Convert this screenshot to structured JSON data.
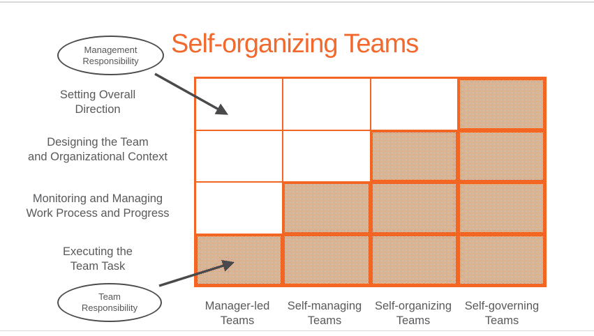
{
  "title": {
    "text": "Self-organizing Teams"
  },
  "callouts": {
    "management": {
      "lines": [
        "Management",
        "Responsibility"
      ]
    },
    "team": {
      "lines": [
        "Team",
        "Responsibility"
      ]
    }
  },
  "matrix": {
    "rows": [
      [
        "Setting Overall",
        "Direction"
      ],
      [
        "Designing the Team",
        "and Organizational Context"
      ],
      [
        "Monitoring and Managing",
        "Work Process and Progress"
      ],
      [
        "Executing the",
        "Team Task"
      ]
    ],
    "columns": [
      [
        "Manager-led",
        "Teams"
      ],
      [
        "Self-managing",
        "Teams"
      ],
      [
        "Self-organizing",
        "Teams"
      ],
      [
        "Self-governing",
        "Teams"
      ]
    ],
    "shaded": [
      [
        false,
        false,
        false,
        true
      ],
      [
        false,
        false,
        true,
        true
      ],
      [
        false,
        true,
        true,
        true
      ],
      [
        true,
        true,
        true,
        true
      ]
    ]
  },
  "colors": {
    "grid_border": "#F26522",
    "hatch": "#DD6B2F",
    "title": "#F2692E",
    "text_gray": "#58595B",
    "callout_stroke": "#4D4D4D",
    "arrow": "#4A4A4C",
    "frame_line": "#D8D8D8"
  }
}
